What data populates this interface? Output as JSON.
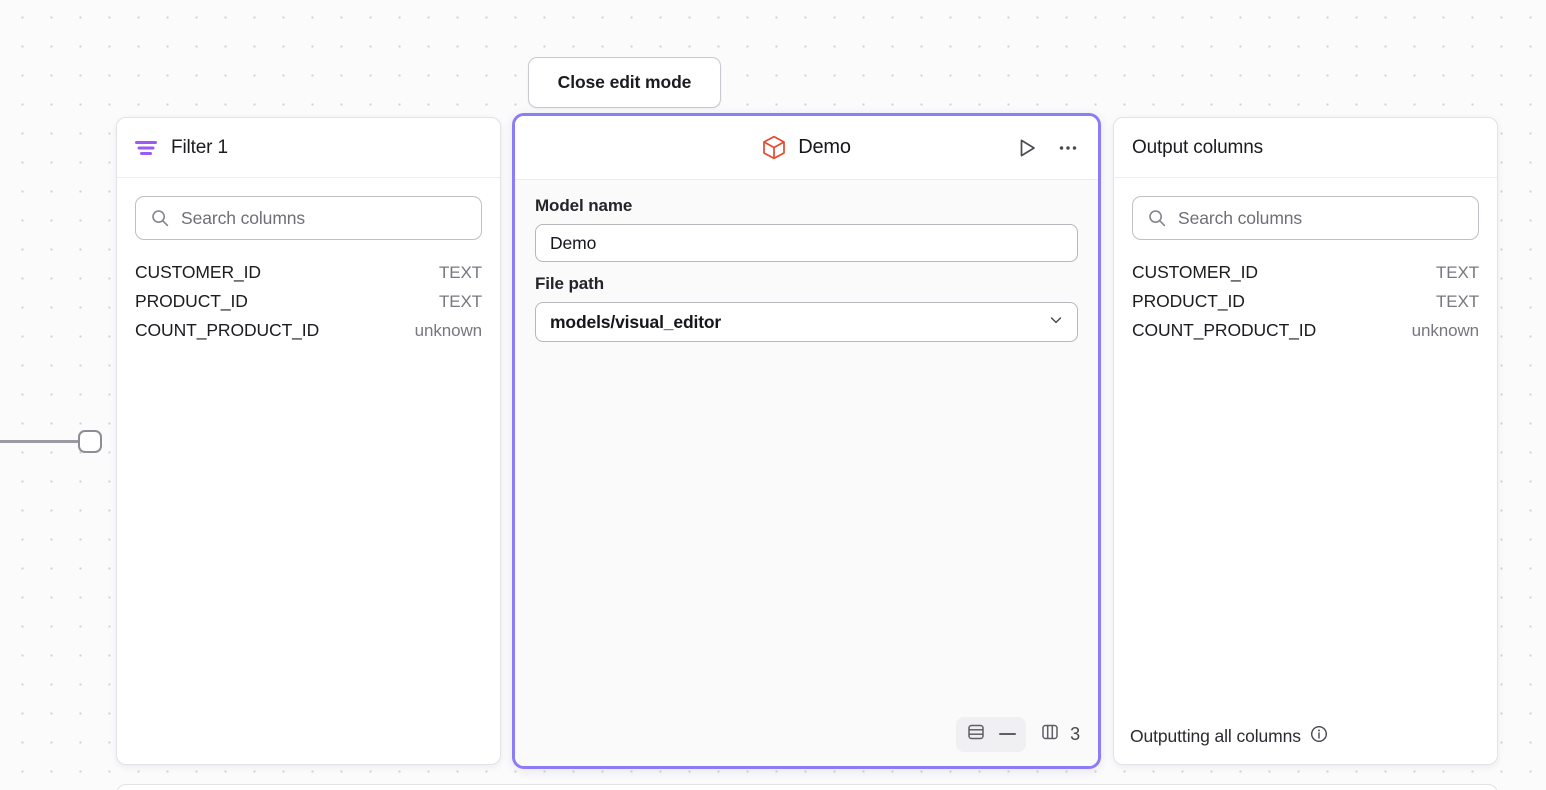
{
  "toolbar": {
    "close_edit_mode_label": "Close edit mode"
  },
  "filter_panel": {
    "icon": "filter-icon",
    "title": "Filter 1",
    "search": {
      "icon": "search-icon",
      "placeholder": "Search columns",
      "value": ""
    },
    "columns": [
      {
        "name": "CUSTOMER_ID",
        "type": "TEXT"
      },
      {
        "name": "PRODUCT_ID",
        "type": "TEXT"
      },
      {
        "name": "COUNT_PRODUCT_ID",
        "type": "unknown"
      }
    ]
  },
  "model_panel": {
    "icon": "cube-icon",
    "title": "Demo",
    "selected": true,
    "border_color": "#8b7cf8",
    "actions": [
      {
        "name": "run-button",
        "icon": "play-icon"
      },
      {
        "name": "more-menu-button",
        "icon": "ellipsis-icon"
      }
    ],
    "fields": {
      "model_name_label": "Model name",
      "model_name_value": "Demo",
      "file_path_label": "File path",
      "file_path_value": "models/visual_editor"
    },
    "footer": {
      "rows_icon": "rows-icon",
      "rows_value": "—",
      "columns_icon": "columns-icon",
      "columns_count": "3"
    }
  },
  "output_panel": {
    "title": "Output columns",
    "search": {
      "icon": "search-icon",
      "placeholder": "Search columns",
      "value": ""
    },
    "columns": [
      {
        "name": "CUSTOMER_ID",
        "type": "TEXT"
      },
      {
        "name": "PRODUCT_ID",
        "type": "TEXT"
      },
      {
        "name": "COUNT_PRODUCT_ID",
        "type": "unknown"
      }
    ],
    "footer_text": "Outputting all columns",
    "footer_icon": "info-icon"
  },
  "canvas": {
    "grid": "dots",
    "edge": {
      "handle": "connection-handle"
    }
  }
}
